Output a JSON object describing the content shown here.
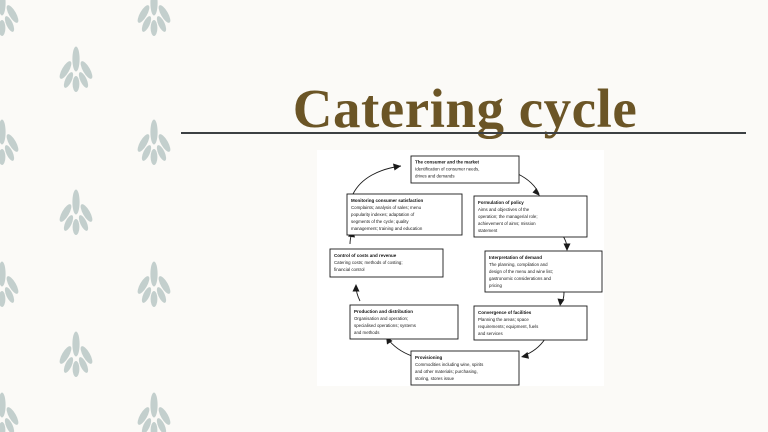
{
  "slide": {
    "background_color": "#FBFAF7",
    "title": "Catering cycle",
    "title_color": "#6B5526",
    "divider_color": "#3C4043",
    "leaf_color": "#C3CFCD"
  },
  "decoration": {
    "motif_name": "leaf-sprig",
    "color": "#C3CFCD"
  },
  "diagram": {
    "name": "catering-cycle-diagram",
    "background_color": "#FFFFFF",
    "nodes": [
      {
        "id": "consumer-market",
        "heading": "The consumer and the market",
        "lines": [
          "Identification of consumer needs,",
          "drives and demands"
        ]
      },
      {
        "id": "formulation-policy",
        "heading": "Formulation of policy",
        "lines": [
          "Aims and objectives of the",
          "operation; the managerial role;",
          "achievement of aims; mission",
          "statement"
        ]
      },
      {
        "id": "interpretation-demand",
        "heading": "Interpretation of demand",
        "lines": [
          "The planning, compilation and",
          "design of the menu and wine list;",
          "gastronomic considerations and",
          "pricing"
        ]
      },
      {
        "id": "convergence-facilities",
        "heading": "Convergence of facilities",
        "lines": [
          "Planning the areas; space",
          "requirements; equipment, fuels",
          "and services"
        ]
      },
      {
        "id": "provisioning",
        "heading": "Provisioning",
        "lines": [
          "Commodities including wine, spirits",
          "and other materials; purchasing,",
          "storing, stores issue"
        ]
      },
      {
        "id": "production-distribution",
        "heading": "Production and distribution",
        "lines": [
          "Organisation and operation;",
          "specialised operations; systems",
          "and methods"
        ]
      },
      {
        "id": "control-costs-revenue",
        "heading": "Control of costs and revenue",
        "lines": [
          "Catering costs; methods of costing;",
          "financial control"
        ]
      },
      {
        "id": "monitoring-satisfaction",
        "heading": "Monitoring consumer satisfaction",
        "lines": [
          "Complaints; analysis of sales; menu",
          "popularity indexes; adaptation of",
          "segments of the cycle; quality",
          "management; training and education"
        ]
      }
    ]
  }
}
